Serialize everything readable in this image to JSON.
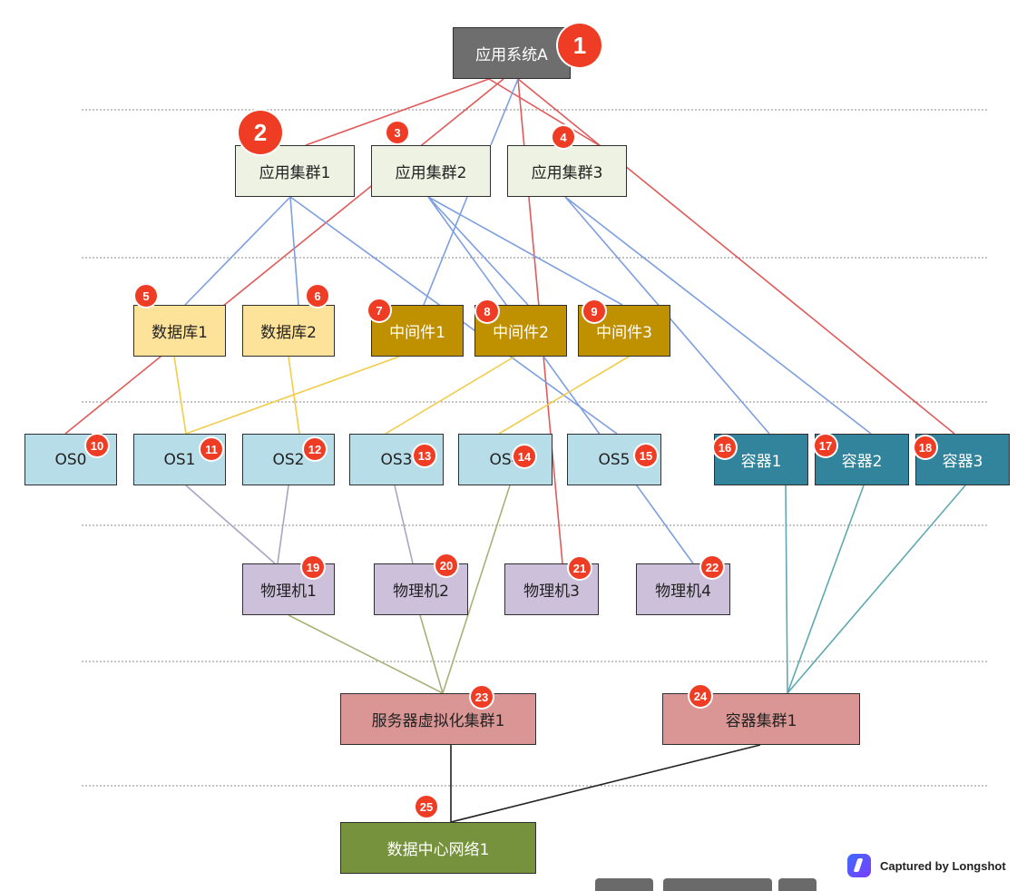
{
  "diagram": {
    "nodes": [
      {
        "id": "app",
        "label": "应用系统A",
        "badge": "1",
        "bg": "#6e6e6e",
        "fg": "#ffffff"
      },
      {
        "id": "c1",
        "label": "应用集群1",
        "badge": "2",
        "bg": "#eef2e2",
        "fg": "#222222"
      },
      {
        "id": "c2",
        "label": "应用集群2",
        "badge": "3",
        "bg": "#eef2e2",
        "fg": "#222222"
      },
      {
        "id": "c3",
        "label": "应用集群3",
        "badge": "4",
        "bg": "#eef2e2",
        "fg": "#222222"
      },
      {
        "id": "db1",
        "label": "数据库1",
        "badge": "5",
        "bg": "#fde39a",
        "fg": "#222222"
      },
      {
        "id": "db2",
        "label": "数据库2",
        "badge": "6",
        "bg": "#fde39a",
        "fg": "#222222"
      },
      {
        "id": "mw1",
        "label": "中间件1",
        "badge": "7",
        "bg": "#bf9000",
        "fg": "#ffffff"
      },
      {
        "id": "mw2",
        "label": "中间件2",
        "badge": "8",
        "bg": "#bf9000",
        "fg": "#ffffff"
      },
      {
        "id": "mw3",
        "label": "中间件3",
        "badge": "9",
        "bg": "#bf9000",
        "fg": "#ffffff"
      },
      {
        "id": "os0",
        "label": "OS0",
        "badge": "10",
        "bg": "#b7dde8",
        "fg": "#222222"
      },
      {
        "id": "os1",
        "label": "OS1",
        "badge": "11",
        "bg": "#b7dde8",
        "fg": "#222222"
      },
      {
        "id": "os2",
        "label": "OS2",
        "badge": "12",
        "bg": "#b7dde8",
        "fg": "#222222"
      },
      {
        "id": "os3",
        "label": "OS3",
        "badge": "13",
        "bg": "#b7dde8",
        "fg": "#222222"
      },
      {
        "id": "os4",
        "label": "OS4",
        "badge": "14",
        "bg": "#b7dde8",
        "fg": "#222222"
      },
      {
        "id": "os5",
        "label": "OS5",
        "badge": "15",
        "bg": "#b7dde8",
        "fg": "#222222"
      },
      {
        "id": "ct1",
        "label": "容器1",
        "badge": "16",
        "bg": "#31849b",
        "fg": "#ffffff"
      },
      {
        "id": "ct2",
        "label": "容器2",
        "badge": "17",
        "bg": "#31849b",
        "fg": "#ffffff"
      },
      {
        "id": "ct3",
        "label": "容器3",
        "badge": "18",
        "bg": "#31849b",
        "fg": "#ffffff"
      },
      {
        "id": "pm1",
        "label": "物理机1",
        "badge": "19",
        "bg": "#ccc0da",
        "fg": "#222222"
      },
      {
        "id": "pm2",
        "label": "物理机2",
        "badge": "20",
        "bg": "#ccc0da",
        "fg": "#222222"
      },
      {
        "id": "pm3",
        "label": "物理机3",
        "badge": "21",
        "bg": "#ccc0da",
        "fg": "#222222"
      },
      {
        "id": "pm4",
        "label": "物理机4",
        "badge": "22",
        "bg": "#ccc0da",
        "fg": "#222222"
      },
      {
        "id": "vc1",
        "label": "服务器虚拟化集群1",
        "badge": "23",
        "bg": "#da9694",
        "fg": "#222222"
      },
      {
        "id": "cc1",
        "label": "容器集群1",
        "badge": "24",
        "bg": "#da9694",
        "fg": "#222222"
      },
      {
        "id": "dcn",
        "label": "数据中心网络1",
        "badge": "25",
        "bg": "#76923c",
        "fg": "#ffffff"
      }
    ],
    "edges": [
      {
        "from": "app",
        "to": "c1",
        "color": "#e05a5a"
      },
      {
        "from": "app",
        "to": "c3",
        "color": "#e05a5a"
      },
      {
        "from": "app",
        "to": "os0",
        "color": "#e05a5a"
      },
      {
        "from": "app",
        "to": "pm3",
        "color": "#e05a5a"
      },
      {
        "from": "app",
        "to": "ct3",
        "color": "#e05a5a"
      },
      {
        "from": "app",
        "to": "c2",
        "color": "#7d9ee0"
      },
      {
        "from": "c1",
        "to": "db1",
        "color": "#7d9ee0"
      },
      {
        "from": "c1",
        "to": "db2",
        "color": "#7d9ee0"
      },
      {
        "from": "c1",
        "to": "os5",
        "color": "#7d9ee0"
      },
      {
        "from": "c2",
        "to": "mw1",
        "color": "#7d9ee0"
      },
      {
        "from": "c2",
        "to": "mw2",
        "color": "#7d9ee0"
      },
      {
        "from": "c2",
        "to": "mw3",
        "color": "#7d9ee0"
      },
      {
        "from": "c2",
        "to": "pm4",
        "color": "#7d9ee0"
      },
      {
        "from": "c3",
        "to": "ct1",
        "color": "#7d9ee0"
      },
      {
        "from": "c3",
        "to": "ct2",
        "color": "#7d9ee0"
      },
      {
        "from": "db1",
        "to": "os1",
        "color": "#f2cc4a"
      },
      {
        "from": "db2",
        "to": "os2",
        "color": "#f2cc4a"
      },
      {
        "from": "mw1",
        "to": "os1",
        "color": "#f2cc4a"
      },
      {
        "from": "mw2",
        "to": "os3",
        "color": "#f2cc4a"
      },
      {
        "from": "mw3",
        "to": "os4",
        "color": "#f2cc4a"
      },
      {
        "from": "os1",
        "to": "pm1",
        "color": "#a9a3c6"
      },
      {
        "from": "os2",
        "to": "pm1",
        "color": "#a9a3c6"
      },
      {
        "from": "os3",
        "to": "pm2",
        "color": "#a9a3c6"
      },
      {
        "from": "os4",
        "to": "vc1",
        "color": "#a8b07a"
      },
      {
        "from": "pm1",
        "to": "vc1",
        "color": "#a8b07a"
      },
      {
        "from": "pm2",
        "to": "vc1",
        "color": "#a8b07a"
      },
      {
        "from": "ct1",
        "to": "cc1",
        "color": "#5fa8b0"
      },
      {
        "from": "ct2",
        "to": "cc1",
        "color": "#5fa8b0"
      },
      {
        "from": "ct3",
        "to": "cc1",
        "color": "#5fa8b0"
      },
      {
        "from": "vc1",
        "to": "dcn",
        "color": "#222222"
      },
      {
        "from": "cc1",
        "to": "dcn",
        "color": "#222222"
      }
    ]
  },
  "badge_color": "#ee3d24",
  "watermark": {
    "text": "Captured by Longshot",
    "icon": "longshot-logo-icon"
  }
}
